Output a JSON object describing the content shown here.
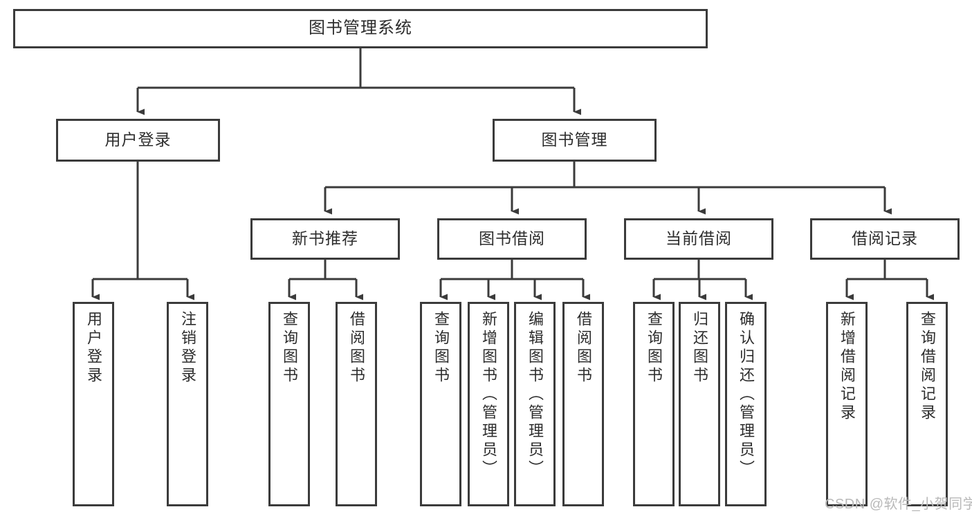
{
  "diagram": {
    "type": "tree",
    "title": "图书管理系统",
    "orientation": "top-down",
    "colors": {
      "box_border": "#3b3b3b",
      "box_fill": "#ffffff",
      "edge": "#3b3b3b",
      "text": "#2d2d2d",
      "watermark": "#b9b9b9"
    },
    "root": {
      "label": "图书管理系统"
    },
    "level2": [
      {
        "label": "用户登录"
      },
      {
        "label": "图书管理"
      }
    ],
    "level3": [
      {
        "label": "新书推荐"
      },
      {
        "label": "图书借阅"
      },
      {
        "label": "当前借阅"
      },
      {
        "label": "借阅记录"
      }
    ],
    "leaves": {
      "user_login": [
        {
          "label": "用户登录"
        },
        {
          "label": "注销登录"
        }
      ],
      "new_book": [
        {
          "label": "查询图书"
        },
        {
          "label": "借阅图书"
        }
      ],
      "book_borrow": [
        {
          "label": "查询图书"
        },
        {
          "label": "新增图书（管理员）"
        },
        {
          "label": "编辑图书（管理员）"
        },
        {
          "label": "借阅图书"
        }
      ],
      "current_borrow": [
        {
          "label": "查询图书"
        },
        {
          "label": "归还图书"
        },
        {
          "label": "确认归还（管理员）"
        }
      ],
      "borrow_record": [
        {
          "label": "新增借阅记录"
        },
        {
          "label": "查询借阅记录"
        }
      ]
    }
  },
  "watermark": {
    "text": "CSDN @软件_小贺同学"
  }
}
